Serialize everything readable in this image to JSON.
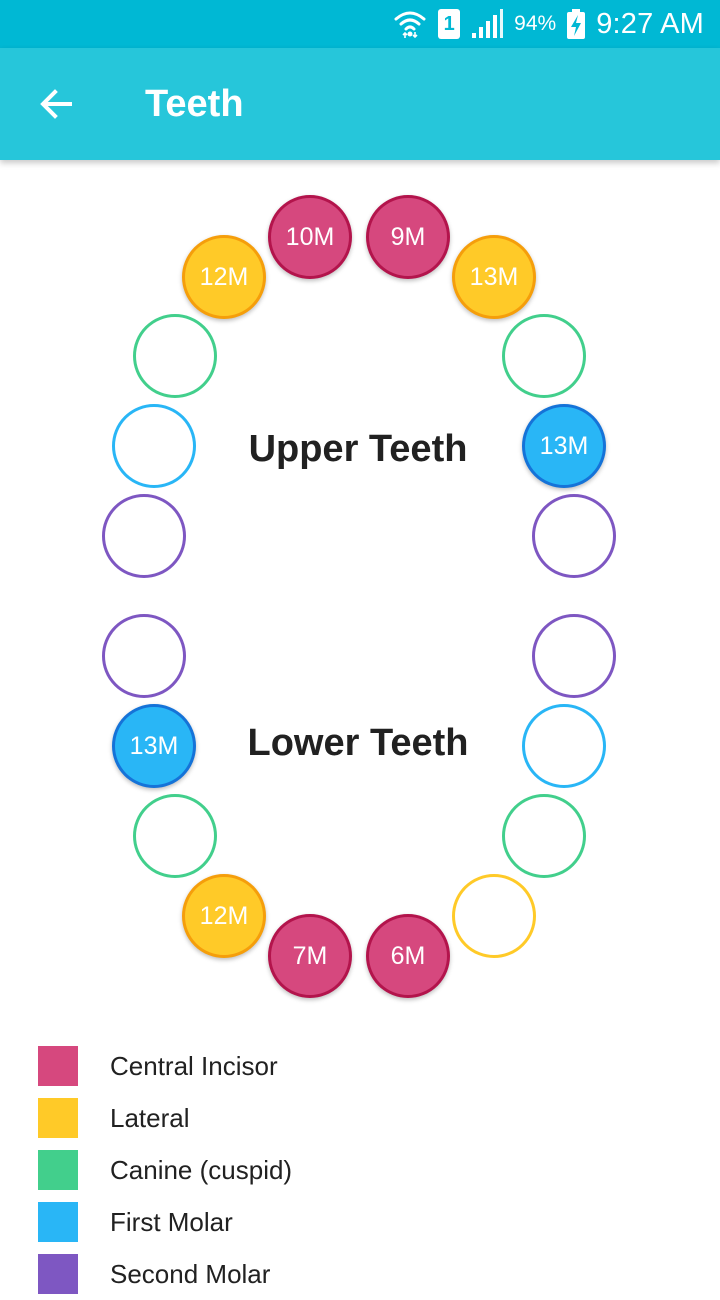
{
  "status_bar": {
    "battery_percent": "94%",
    "time": "9:27 AM",
    "sim_label": "1",
    "icons": [
      "wifi-icon",
      "sim-icon",
      "signal-icon",
      "battery-charging-icon"
    ]
  },
  "app_bar": {
    "title": "Teeth",
    "back_icon": "arrow-back-icon",
    "color": "#26c6da"
  },
  "colors": {
    "central_incisor": "#d6487e",
    "central_incisor_border": "#b3144c",
    "lateral": "#ffca28",
    "lateral_border": "#f59e0b",
    "canine": "#42cf8c",
    "first_molar": "#29b6f6",
    "first_molar_border": "#1573d8",
    "second_molar": "#7e57c2"
  },
  "upper": {
    "label": "Upper Teeth",
    "teeth": [
      {
        "id": "upper-right-central-incisor",
        "type": "central_incisor",
        "age": "10M",
        "filled": true
      },
      {
        "id": "upper-left-central-incisor",
        "type": "central_incisor",
        "age": "9M",
        "filled": true
      },
      {
        "id": "upper-right-lateral",
        "type": "lateral",
        "age": "12M",
        "filled": true
      },
      {
        "id": "upper-left-lateral",
        "type": "lateral",
        "age": "13M",
        "filled": true
      },
      {
        "id": "upper-right-canine",
        "type": "canine",
        "age": "",
        "filled": false
      },
      {
        "id": "upper-left-canine",
        "type": "canine",
        "age": "",
        "filled": false
      },
      {
        "id": "upper-right-first-molar",
        "type": "first_molar",
        "age": "",
        "filled": false
      },
      {
        "id": "upper-left-first-molar",
        "type": "first_molar",
        "age": "13M",
        "filled": true
      },
      {
        "id": "upper-right-second-molar",
        "type": "second_molar",
        "age": "",
        "filled": false
      },
      {
        "id": "upper-left-second-molar",
        "type": "second_molar",
        "age": "",
        "filled": false
      }
    ]
  },
  "lower": {
    "label": "Lower Teeth",
    "teeth": [
      {
        "id": "lower-right-second-molar",
        "type": "second_molar",
        "age": "",
        "filled": false
      },
      {
        "id": "lower-left-second-molar",
        "type": "second_molar",
        "age": "",
        "filled": false
      },
      {
        "id": "lower-right-first-molar",
        "type": "first_molar",
        "age": "13M",
        "filled": true
      },
      {
        "id": "lower-left-first-molar",
        "type": "first_molar",
        "age": "",
        "filled": false
      },
      {
        "id": "lower-right-canine",
        "type": "canine",
        "age": "",
        "filled": false
      },
      {
        "id": "lower-left-canine",
        "type": "canine",
        "age": "",
        "filled": false
      },
      {
        "id": "lower-right-lateral",
        "type": "lateral",
        "age": "12M",
        "filled": true
      },
      {
        "id": "lower-left-lateral",
        "type": "lateral",
        "age": "",
        "filled": false
      },
      {
        "id": "lower-right-central-incisor",
        "type": "central_incisor",
        "age": "7M",
        "filled": true
      },
      {
        "id": "lower-left-central-incisor",
        "type": "central_incisor",
        "age": "6M",
        "filled": true
      }
    ]
  },
  "legend": [
    {
      "type": "central_incisor",
      "label": "Central Incisor"
    },
    {
      "type": "lateral",
      "label": "Lateral"
    },
    {
      "type": "canine",
      "label": "Canine (cuspid)"
    },
    {
      "type": "first_molar",
      "label": "First Molar"
    },
    {
      "type": "second_molar",
      "label": "Second Molar"
    }
  ]
}
